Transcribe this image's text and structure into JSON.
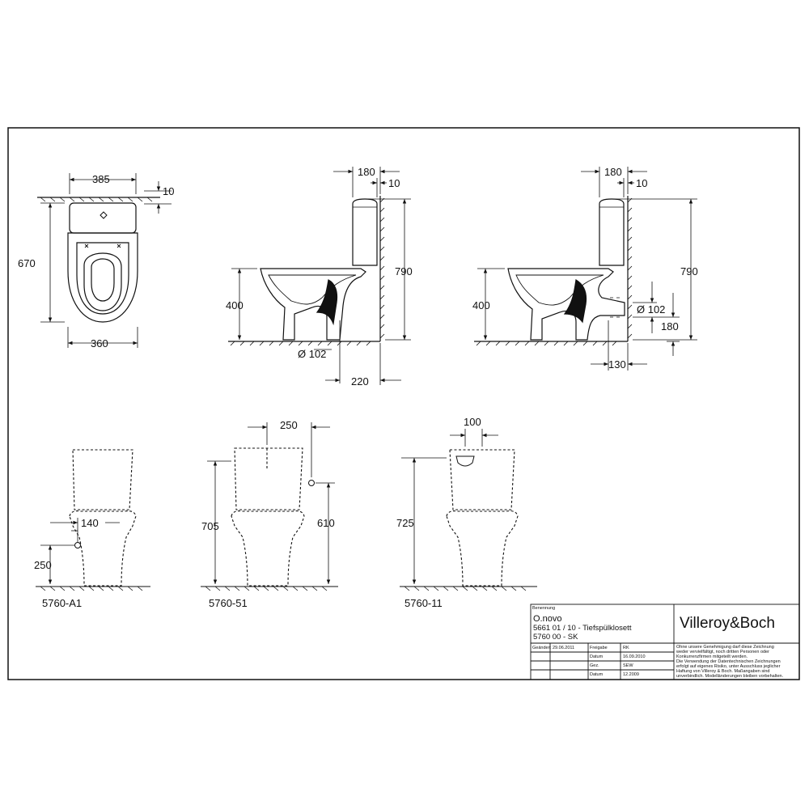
{
  "drawing": {
    "top_view": {
      "dims": {
        "width_top": "385",
        "offset_top": "10",
        "length": "670",
        "width_bottom": "360"
      }
    },
    "side_view_1": {
      "dims": {
        "cistern_depth": "180",
        "cistern_gap": "10",
        "total_height": "790",
        "seat_height": "400",
        "outlet_diameter": "Ø 102",
        "outlet_distance": "220"
      }
    },
    "side_view_2": {
      "dims": {
        "cistern_depth": "180",
        "cistern_gap": "10",
        "total_height": "790",
        "seat_height": "400",
        "outlet_diameter": "Ø 102",
        "outlet_height": "180",
        "outlet_distance": "130"
      }
    },
    "front_a1": {
      "label": "5760-A1",
      "dims": {
        "inlet_offset": "140",
        "inlet_height": "250"
      }
    },
    "front_51": {
      "label": "5760-51",
      "dims": {
        "inlet_offset": "250",
        "total_height": "705",
        "inlet_height": "610"
      }
    },
    "front_11": {
      "label": "5760-11",
      "dims": {
        "inlet_offset": "100",
        "total_height": "725"
      }
    }
  },
  "title_block": {
    "field_label_name": "Benennung",
    "name": "O.novo",
    "line2": "5661 01 / 10 - Tiefspülklosett",
    "line3": "5760 00 - SK",
    "brand": "Villeroy&Boch",
    "rows": [
      {
        "label_a": "Geändert",
        "value_a": "29.06.2011",
        "label_b": "Freigabe",
        "value_b": "RK"
      },
      {
        "label_a": "",
        "value_a": "",
        "label_b": "Datum",
        "value_b": "16.09.2010"
      },
      {
        "label_a": "",
        "value_a": "",
        "label_b": "Gez.",
        "value_b": "SEW"
      },
      {
        "label_a": "",
        "value_a": "",
        "label_b": "Datum",
        "value_b": "12.2009"
      }
    ],
    "disclaimer": [
      "Ohne unsere Genehmigung darf diese Zeichnung",
      "weder vervielfältigt, noch dritten Personen oder",
      "Konkurrenzfirmen mitgeteilt werden.",
      "Die Verwendung der Datentechnischen Zeichnungen",
      "erfolgt auf eigenes Risiko, unter Ausschluss jeglicher",
      "Haftung von Villeroy & Boch. Maßangaben sind",
      "unverbindlich. Modelländerungen bleiben vorbehalten."
    ]
  }
}
